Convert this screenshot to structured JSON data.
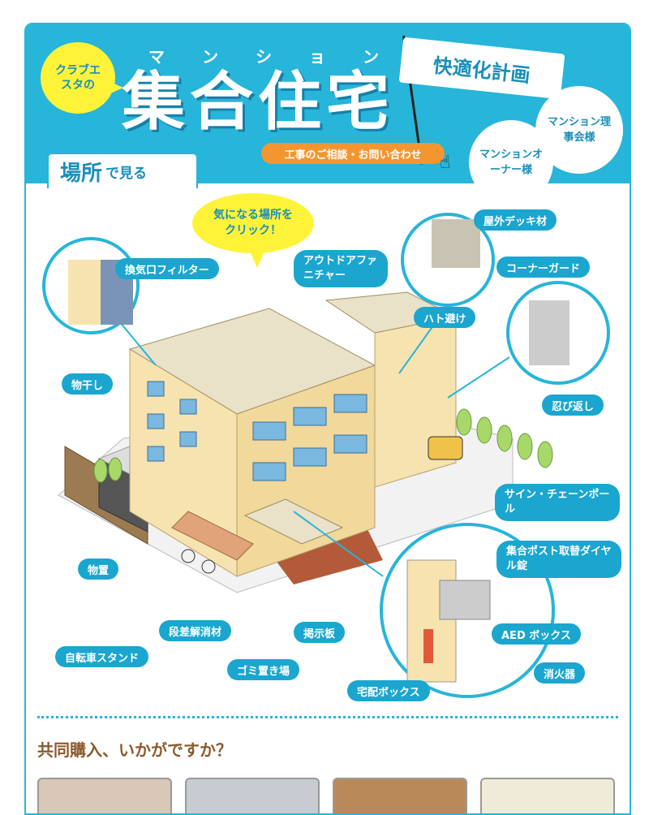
{
  "header": {
    "club_badge": "クラブエスタの",
    "ruby": [
      "マ",
      "ン",
      "シ",
      "ョ",
      "ン"
    ],
    "title": "集合住宅",
    "flag": "快適化計画",
    "circle_board": "マンション理事会様",
    "circle_owner": "マンションオーナー様",
    "consult_button": "工事のご相談・お問い合わせ"
  },
  "tab": {
    "main": "場所",
    "sub": "で見る"
  },
  "bubble": "気になる場所をクリック！",
  "labels": {
    "ventilation": "換気口フィルター",
    "outdoor_furniture": "アウトドアファニチャー",
    "deck": "屋外デッキ材",
    "corner_guard": "コーナーガード",
    "pigeon": "ハト避け",
    "laundry": "物干し",
    "spike": "忍び返し",
    "sign_pole": "サイン・チェーンポール",
    "storage": "物置",
    "mailbox": "集合ポスト取替ダイヤル錠",
    "aed": "AED ボックス",
    "step": "段差解消材",
    "board": "掲示板",
    "extinguisher": "消火器",
    "bicycle": "自転車スタンド",
    "trash": "ゴミ置き場",
    "delivery": "宅配ボックス"
  },
  "colors": {
    "accent": "#27b5d9",
    "label": "#1aa6cf",
    "badge": "#fff33a",
    "button": "#f3962f",
    "section": "#8b5a2b"
  },
  "section_title": "共同購入、いかがですか？"
}
